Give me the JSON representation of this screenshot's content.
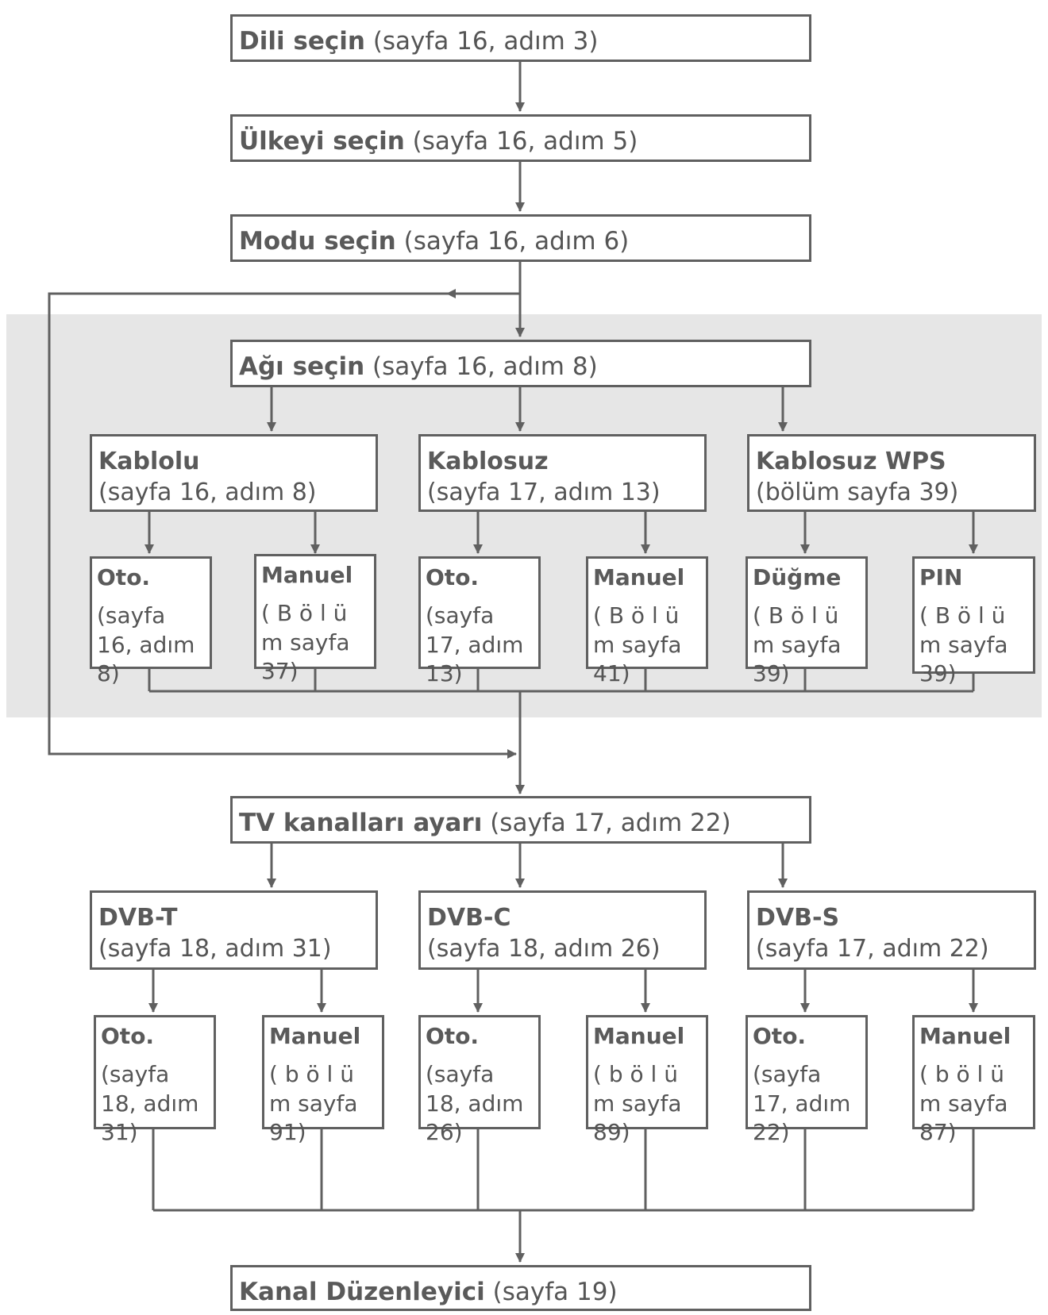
{
  "steps": {
    "language": {
      "title": "Dili seçin",
      "ref": "(sayfa 16, adım 3)"
    },
    "country": {
      "title": "Ülkeyi seçin",
      "ref": "(sayfa 16, adım 5)"
    },
    "mode": {
      "title": "Modu seçin",
      "ref": "(sayfa 16, adım 6)"
    },
    "network": {
      "title": "Ağı seçin",
      "ref": "(sayfa 16, adım 8)"
    },
    "tv_channels": {
      "title": "TV kanalları ayarı",
      "ref": "(sayfa 17, adım 22)"
    },
    "channel_editor": {
      "title": "Kanal Düzenleyici",
      "ref": "(sayfa 19)"
    }
  },
  "network_types": [
    {
      "title": "Kablolu",
      "ref": "(sayfa 16, adım 8)",
      "options": [
        {
          "title": "Oto.",
          "ref": "(sayfa 16, adım 8)"
        },
        {
          "title": "Manuel",
          "ref": "( B ö l ü m sayfa 37)"
        }
      ]
    },
    {
      "title": "Kablosuz",
      "ref": "(sayfa 17, adım 13)",
      "options": [
        {
          "title": "Oto.",
          "ref": "(sayfa 17, adım 13)"
        },
        {
          "title": "Manuel",
          "ref": "( B ö l ü m sayfa 41)"
        }
      ]
    },
    {
      "title": "Kablosuz WPS",
      "ref": "(bölüm sayfa 39)",
      "options": [
        {
          "title": "Düğme",
          "ref": "( B ö l ü m sayfa 39)"
        },
        {
          "title": "PIN",
          "ref": "( B ö l ü m sayfa 39)"
        }
      ]
    }
  ],
  "tuner_types": [
    {
      "title": "DVB-T",
      "ref": "(sayfa 18, adım 31)",
      "options": [
        {
          "title": "Oto.",
          "ref": "(sayfa 18, adım 31)"
        },
        {
          "title": "Manuel",
          "ref": "( b ö l ü m sayfa 91)"
        }
      ]
    },
    {
      "title": "DVB-C",
      "ref": "(sayfa 18, adım 26)",
      "options": [
        {
          "title": "Oto.",
          "ref": "(sayfa 18, adım 26)"
        },
        {
          "title": "Manuel",
          "ref": "( b ö l ü m sayfa 89)"
        }
      ]
    },
    {
      "title": "DVB-S",
      "ref": "(sayfa 17, adım 22)",
      "options": [
        {
          "title": "Oto.",
          "ref": "(sayfa 17, adım 22)"
        },
        {
          "title": "Manuel",
          "ref": "( b ö l ü m sayfa 87)"
        }
      ]
    }
  ]
}
